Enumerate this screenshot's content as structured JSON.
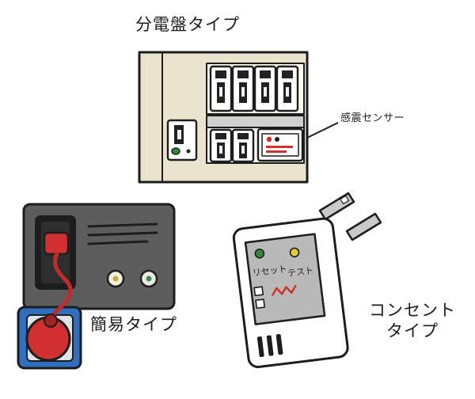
{
  "labels": {
    "panel_type": "分電盤タイプ",
    "sensor": "感震センサー",
    "simple_type": "簡易タイプ",
    "outlet_type_line1": "コンセント",
    "outlet_type_line2": "タイプ",
    "reset": "リセット",
    "test": "テスト"
  },
  "colors": {
    "outline": "#1d1d1d",
    "panel_beige": "#eae3cd",
    "panel_strip_white": "#fbf9ef",
    "band_gray": "#cfcfcf",
    "dark_panel_gray": "#5d5d5d",
    "accent_red": "#d03030",
    "cord_red": "#c22b2b",
    "holder_blue": "#2f6fbe",
    "device_panel_gray": "#b9b9b9",
    "led_green": "#2f8a3a",
    "led_yellow": "#e6c832",
    "prong_gray": "#c9c9c9"
  }
}
